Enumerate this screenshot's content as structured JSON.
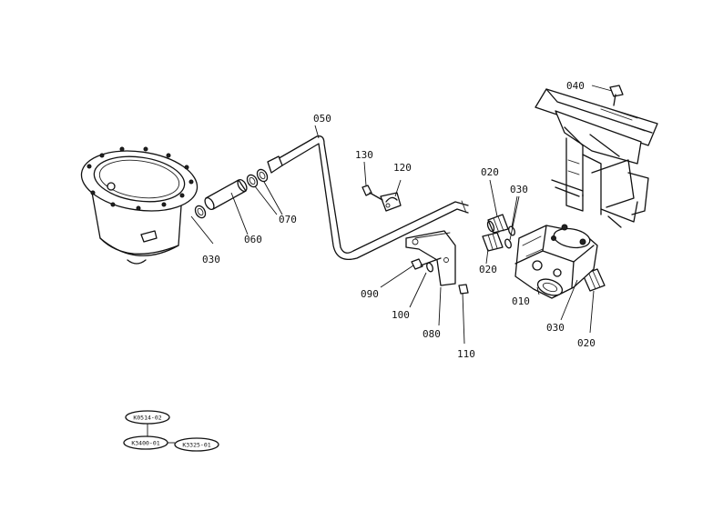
{
  "parts": [
    {
      "id": "p010",
      "number": "010"
    },
    {
      "id": "p020a",
      "number": "020"
    },
    {
      "id": "p020b",
      "number": "020"
    },
    {
      "id": "p020c",
      "number": "020"
    },
    {
      "id": "p030a",
      "number": "030"
    },
    {
      "id": "p030b",
      "number": "030"
    },
    {
      "id": "p040",
      "number": "040"
    },
    {
      "id": "p050",
      "number": "050"
    },
    {
      "id": "p060",
      "number": "060"
    },
    {
      "id": "p070a",
      "number": "070"
    },
    {
      "id": "p070b",
      "number": "070"
    },
    {
      "id": "p080",
      "number": "080"
    },
    {
      "id": "p090",
      "number": "090"
    },
    {
      "id": "p100",
      "number": "100"
    },
    {
      "id": "p110",
      "number": "110"
    },
    {
      "id": "p120",
      "number": "120"
    },
    {
      "id": "p130",
      "number": "130"
    }
  ],
  "references": [
    {
      "id": "r1",
      "code": "K0514-02"
    },
    {
      "id": "r2",
      "code": "K3400-01"
    },
    {
      "id": "r3",
      "code": "K3325-01"
    }
  ]
}
